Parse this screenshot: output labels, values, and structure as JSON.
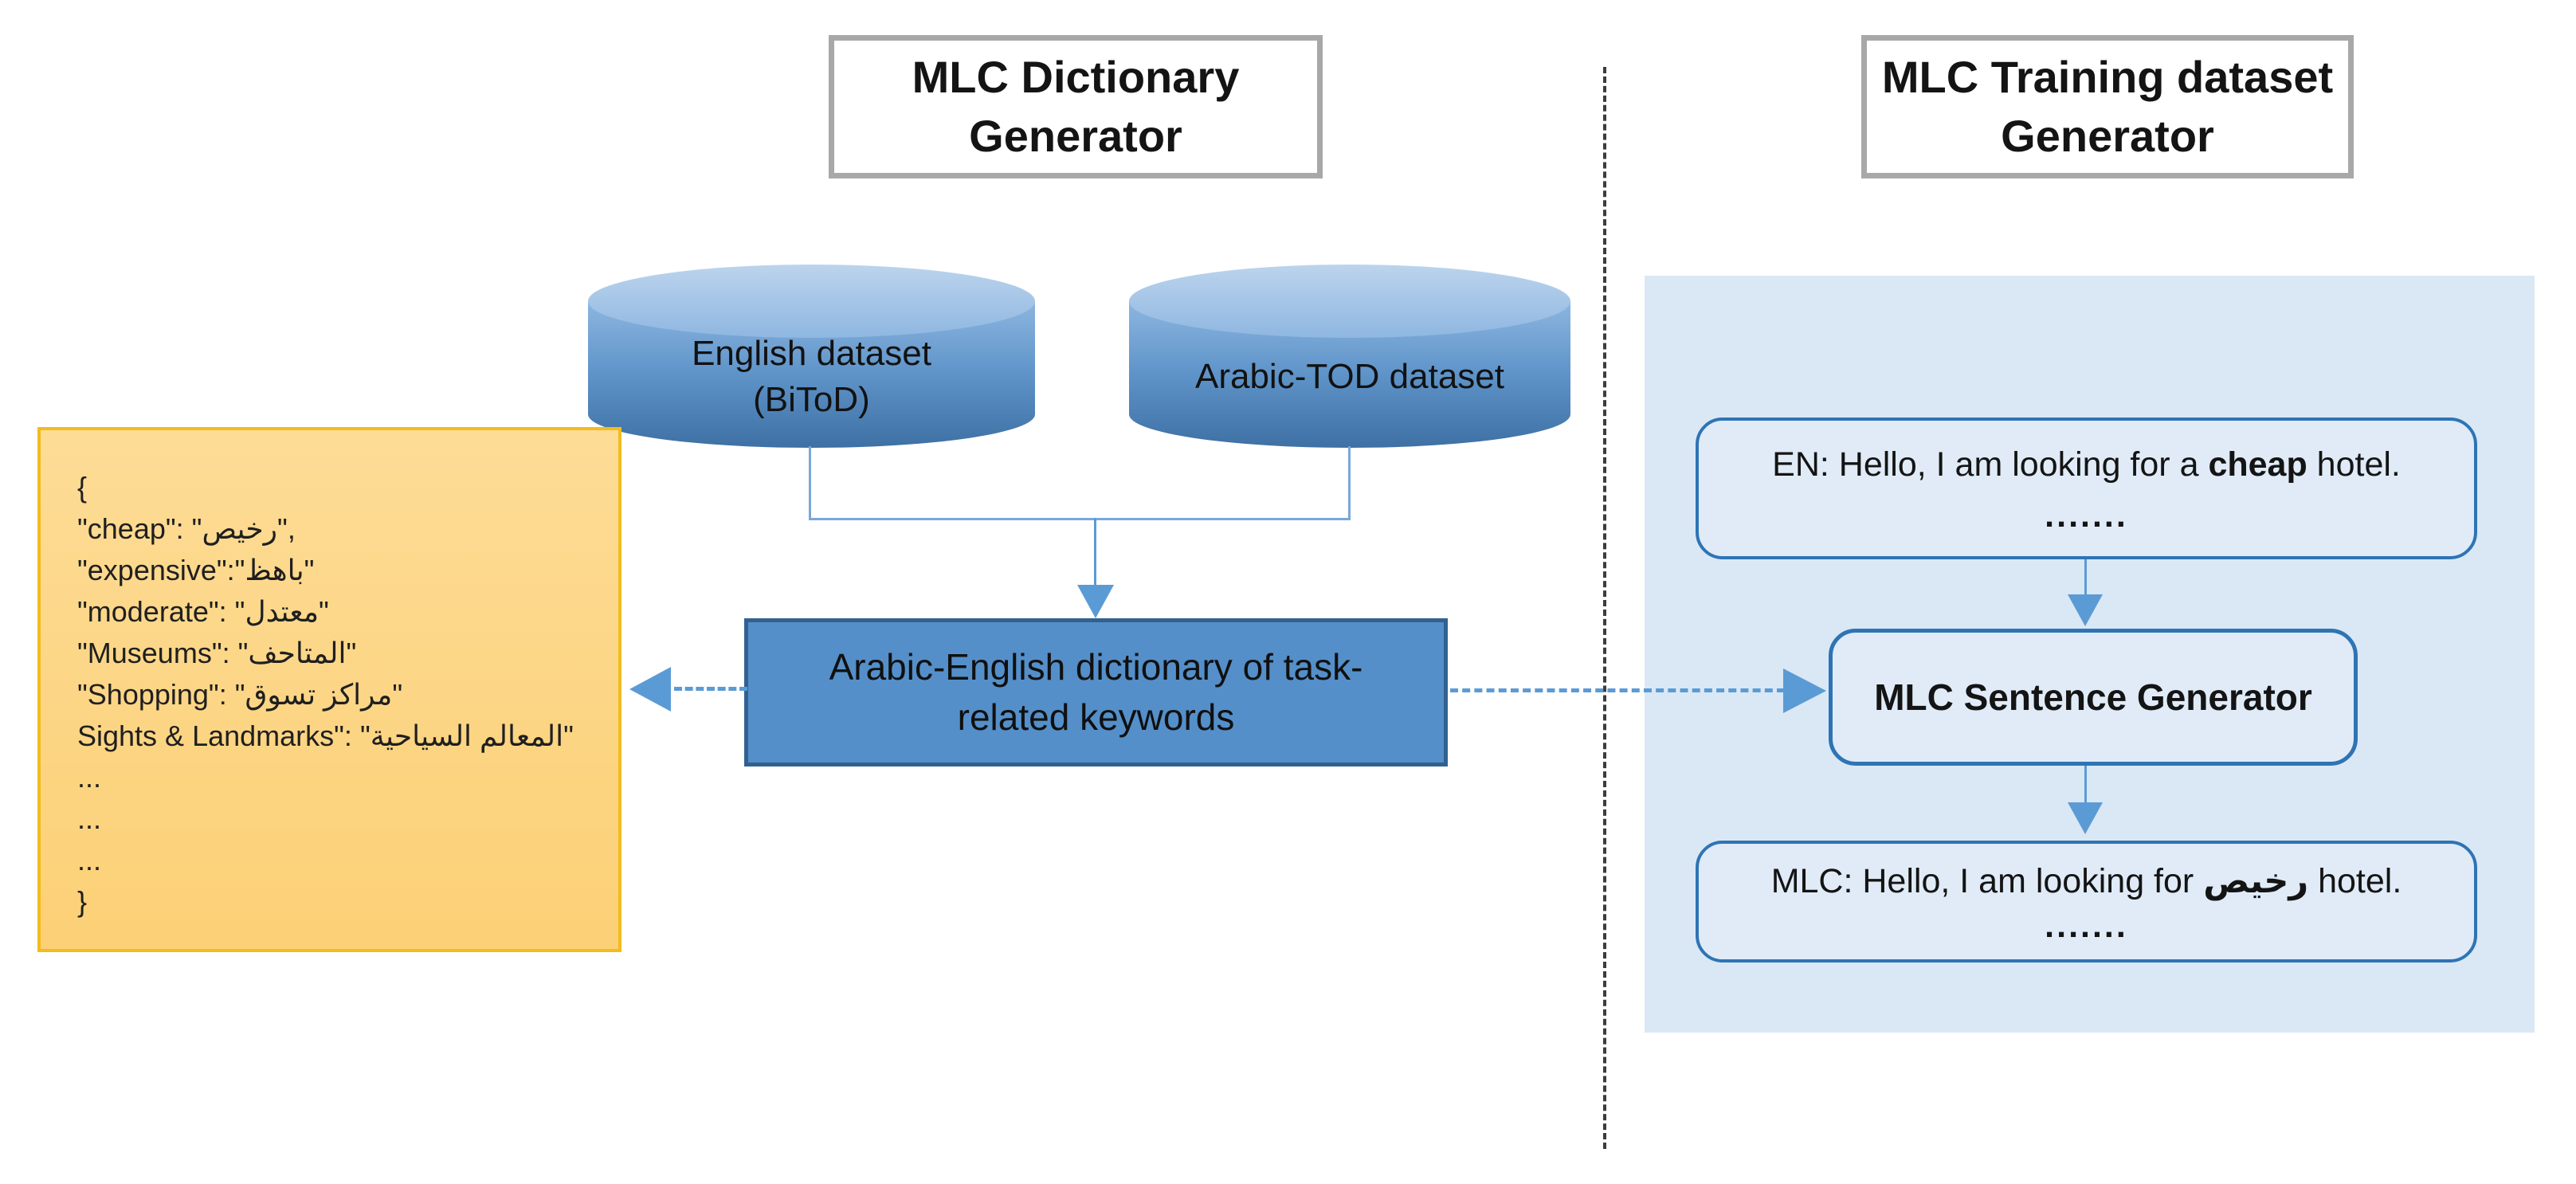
{
  "diagram": {
    "left_section": {
      "title": "MLC Dictionary Generator",
      "datasets": [
        {
          "name_lines": [
            "English dataset",
            "(BiToD)"
          ]
        },
        {
          "name_lines": [
            "Arabic-TOD dataset"
          ]
        }
      ],
      "dictionary_box": {
        "line1": "Arabic-English dictionary of task-",
        "line2": "related keywords"
      },
      "dictionary_note": {
        "lines": [
          "{",
          "\"cheap\": \"رخيص\",",
          "\"expensive\":\"باهظ\"",
          "\"moderate\": \"معتدل\"",
          "\"Museums\": \"المتاحف\"",
          "\"Shopping\": \"مراكز تسوق\"",
          "Sights & Landmarks\": \"المعالم السياحية\"",
          "...",
          "...",
          "...",
          "}"
        ]
      }
    },
    "right_section": {
      "title": "MLC Training dataset Generator",
      "en_example": {
        "prefix": "EN: Hello, I am looking for a ",
        "keyword": "cheap",
        "suffix": " hotel.",
        "dots": "......."
      },
      "generator_label": "MLC Sentence Generator",
      "mlc_example": {
        "prefix": "MLC: Hello, I am looking for ",
        "keyword": "رخيص",
        "suffix": " hotel.",
        "dots": "......."
      }
    },
    "colors": {
      "accent_blue": "#5b9bd5",
      "dictionary_fill": "#548fc9",
      "dictionary_border": "#31618f",
      "panel_fill": "#dae8f5",
      "round_box_border": "#2e74b5",
      "round_box_fill": "#e0ebf7",
      "cylinder_top": "#bcd4ed",
      "cylinder_bottom": "#3e70a4",
      "note_fill_top": "#fddc96",
      "note_fill_bottom": "#fcd076",
      "note_border": "#f2bc1c",
      "title_border": "#a8a8a8",
      "divider_color": "#3c3c3c"
    }
  }
}
